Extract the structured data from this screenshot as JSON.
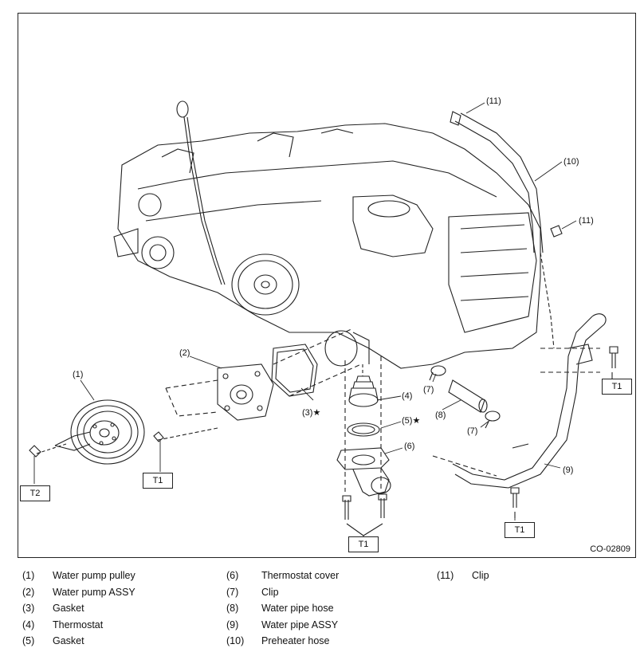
{
  "figure_code": "CO-02809",
  "callouts": [
    {
      "id": "c1",
      "text": "(1)"
    },
    {
      "id": "c2",
      "text": "(2)"
    },
    {
      "id": "c3",
      "text": "(3)"
    },
    {
      "id": "c4",
      "text": "(4)"
    },
    {
      "id": "c5",
      "text": "(5)"
    },
    {
      "id": "c6",
      "text": "(6)"
    },
    {
      "id": "c7a",
      "text": "(7)"
    },
    {
      "id": "c7b",
      "text": "(7)"
    },
    {
      "id": "c8",
      "text": "(8)"
    },
    {
      "id": "c9",
      "text": "(9)"
    },
    {
      "id": "c10",
      "text": "(10)"
    },
    {
      "id": "c11a",
      "text": "(11)"
    },
    {
      "id": "c11b",
      "text": "(11)"
    }
  ],
  "star": "★",
  "torque_labels": {
    "t1": "T1",
    "t2": "T2"
  },
  "legend": [
    [
      {
        "num": "(1)",
        "label": "Water pump pulley"
      },
      {
        "num": "(2)",
        "label": "Water pump ASSY"
      },
      {
        "num": "(3)",
        "label": "Gasket"
      },
      {
        "num": "(4)",
        "label": "Thermostat"
      },
      {
        "num": "(5)",
        "label": "Gasket"
      }
    ],
    [
      {
        "num": "(6)",
        "label": "Thermostat cover"
      },
      {
        "num": "(7)",
        "label": "Clip"
      },
      {
        "num": "(8)",
        "label": "Water pipe hose"
      },
      {
        "num": "(9)",
        "label": "Water pipe ASSY"
      },
      {
        "num": "(10)",
        "label": "Preheater hose"
      }
    ],
    [
      {
        "num": "(11)",
        "label": "Clip"
      }
    ]
  ]
}
